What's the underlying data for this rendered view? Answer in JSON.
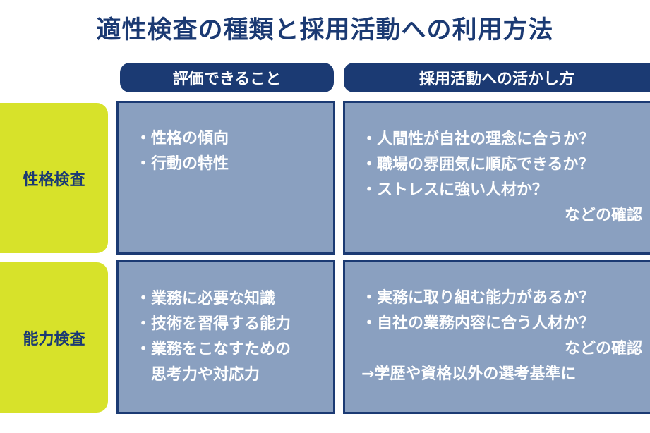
{
  "title": "適性検査の種類と採用活動への利用方法",
  "columns": [
    "評価できること",
    "採用活動への活かし方"
  ],
  "rows": [
    {
      "label": "性格検査",
      "evaluable": [
        "・性格の傾向",
        "・行動の特性"
      ],
      "usage": [
        "・人間性が自社の理念に合うか？",
        "・職場の雰囲気に順応できるか？",
        "・ストレスに強い人材か？"
      ],
      "usage_note": "などの確認"
    },
    {
      "label": "能力検査",
      "evaluable": [
        "・業務に必要な知識",
        "・技術を習得する能力",
        "・業務をこなすための"
      ],
      "evaluable_cont": "思考力や対応力",
      "usage": [
        "・実務に取り組む能力があるか？",
        "・自社の業務内容に合う人材か？"
      ],
      "usage_note": "などの確認",
      "usage_extra": "→学歴や資格以外の選考基準に"
    }
  ]
}
